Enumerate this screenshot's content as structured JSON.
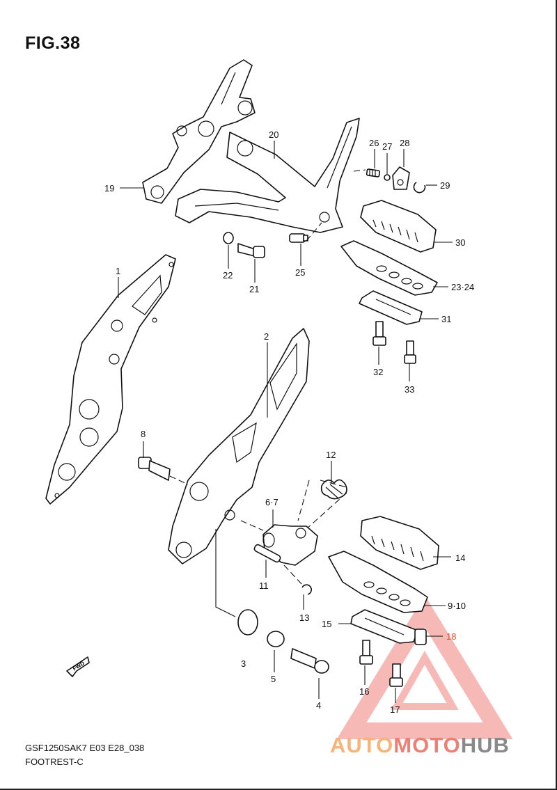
{
  "figure": {
    "title": "FIG.38"
  },
  "footer": {
    "model_code": "GSF1250SAK7 E03 E28_038",
    "section_name": "FOOTREST-C"
  },
  "labels": {
    "p1": "1",
    "p2": "2",
    "p3": "3",
    "p4": "4",
    "p5": "5",
    "p6_7": "6·7",
    "p8": "8",
    "p9_10": "9·10",
    "p11": "11",
    "p12": "12",
    "p13": "13",
    "p14": "14",
    "p15": "15",
    "p16": "16",
    "p17": "17",
    "p18": "18",
    "p19": "19",
    "p20": "20",
    "p21": "21",
    "p22": "22",
    "p23_24": "23·24",
    "p25": "25",
    "p26": "26",
    "p27": "27",
    "p28": "28",
    "p29": "29",
    "p30": "30",
    "p31": "31",
    "p32": "32",
    "p33": "33"
  },
  "direction": {
    "label": "FWD",
    "icon": "forward-arrow-icon"
  },
  "watermark": {
    "text_part1": "AUTO",
    "text_part2": "MOTO",
    "text_part3": "HUB",
    "colors": {
      "part1": "#f6b47a",
      "part2": "#ee7f74",
      "part3": "#8a8a8a",
      "triangle": "#f1807a"
    }
  }
}
